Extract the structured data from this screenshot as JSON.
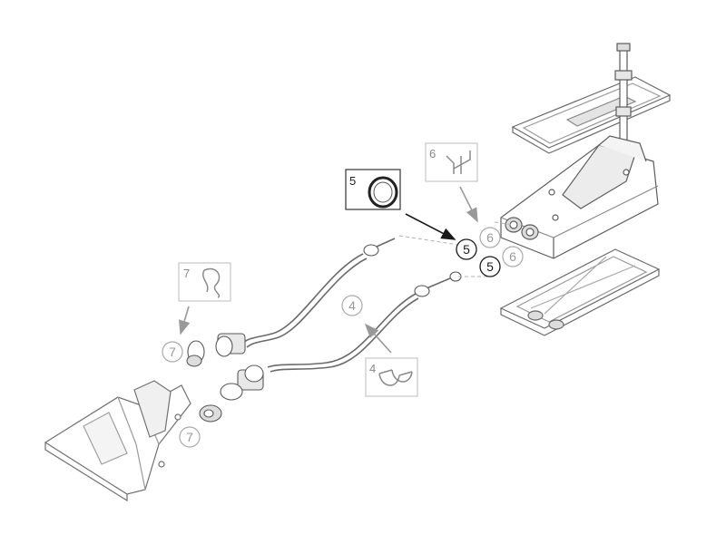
{
  "colors": {
    "line_dark": "#5a5a5a",
    "line_mid": "#8a8a8a",
    "line_light": "#b4b4b4",
    "callout_active": "#1a1a1a",
    "callout_inactive": "#a8a8a8",
    "inset_border_active": "#333333",
    "inset_border_inactive": "#bbbbbb",
    "fill_part": "#ffffff",
    "fill_shade": "#d9d9d9"
  },
  "insets": {
    "seal_5": "5",
    "clip_6": "6",
    "clip_7": "7",
    "bush_4": "4"
  },
  "callouts": {
    "c5a": "5",
    "c5b": "5",
    "c6a": "6",
    "c6b": "6",
    "c4": "4",
    "c7a": "7",
    "c7b": "7"
  }
}
